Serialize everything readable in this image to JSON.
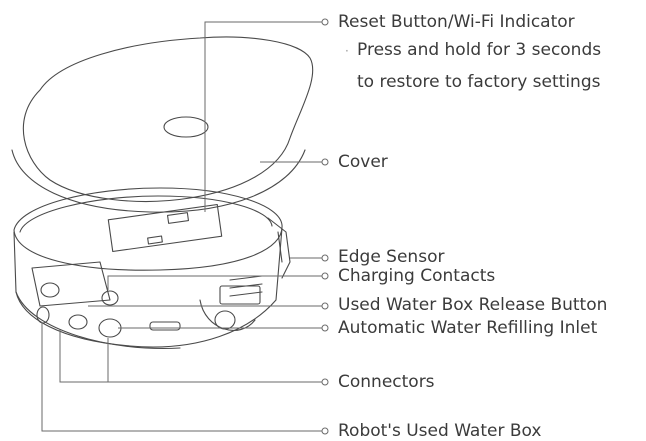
{
  "labels": {
    "reset_button": "Reset Button/Wi-Fi Indicator",
    "reset_note_line1": "Press and hold for 3 seconds",
    "reset_note_line2": "to restore to factory settings",
    "cover": "Cover",
    "edge_sensor": "Edge Sensor",
    "charging_contacts": "Charging Contacts",
    "release_button": "Used Water Box Release Button",
    "refill_inlet": "Automatic Water Refilling Inlet",
    "connectors": "Connectors",
    "used_water_box": "Robot's Used Water Box"
  }
}
